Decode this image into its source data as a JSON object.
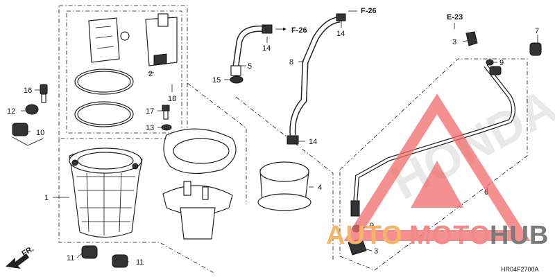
{
  "diagram": {
    "callouts": {
      "p1": "1",
      "p2": "2",
      "p3a": "3",
      "p3b": "3",
      "p4": "4",
      "p5": "5",
      "p6": "6",
      "p7": "7",
      "p8": "8",
      "p9a": "9",
      "p9b": "9",
      "p10": "10",
      "p11a": "11",
      "p11b": "11",
      "p12": "12",
      "p13": "13",
      "p14a": "14",
      "p14b": "14",
      "p14c": "14",
      "p15": "15",
      "p16": "16",
      "p17": "17",
      "p18": "18"
    },
    "refs": {
      "f26a": "F-26",
      "f26b": "F-26",
      "e23": "E-23"
    },
    "front_label": "FR.",
    "diagram_code": "HR04F2700A"
  },
  "watermark": {
    "text_auto": "AUTO",
    "text_moto": "MOTO",
    "text_hub": "HUB",
    "brand_faint": "HONDA",
    "colors": {
      "auto": "#f4b56b",
      "moto": "#f08a8a",
      "hub": "#7a7a7a",
      "triangle": "#f26b6b"
    }
  }
}
